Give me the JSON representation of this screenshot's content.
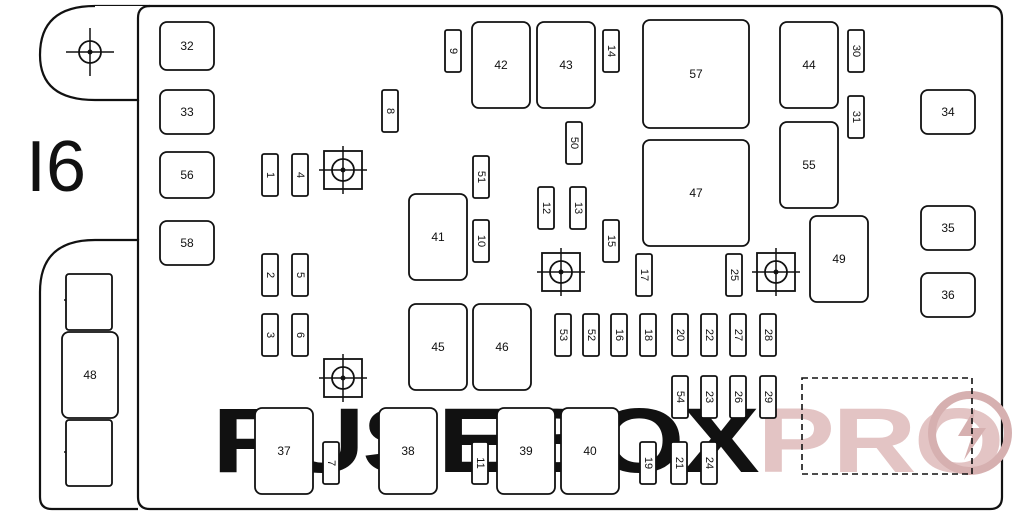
{
  "diagram": {
    "panel_code": "I6",
    "watermark": "FUSEBOXPRO",
    "colors": {
      "line": "#111111",
      "background": "#ffffff",
      "watermark_gray": "#cfcfcf",
      "watermark_pro": "#e3c4c4",
      "watermark_bolt": "#d6b0b0"
    },
    "positions": [
      {
        "label": "32",
        "kind": "large"
      },
      {
        "label": "33",
        "kind": "large"
      },
      {
        "label": "56",
        "kind": "large"
      },
      {
        "label": "58",
        "kind": "large"
      },
      {
        "label": "34",
        "kind": "large"
      },
      {
        "label": "35",
        "kind": "large"
      },
      {
        "label": "36",
        "kind": "large"
      },
      {
        "label": "42",
        "kind": "relay"
      },
      {
        "label": "43",
        "kind": "relay"
      },
      {
        "label": "57",
        "kind": "relay"
      },
      {
        "label": "44",
        "kind": "relay"
      },
      {
        "label": "55",
        "kind": "relay"
      },
      {
        "label": "47",
        "kind": "relay"
      },
      {
        "label": "49",
        "kind": "relay"
      },
      {
        "label": "41",
        "kind": "relay"
      },
      {
        "label": "45",
        "kind": "relay"
      },
      {
        "label": "46",
        "kind": "relay"
      },
      {
        "label": "37",
        "kind": "relay"
      },
      {
        "label": "38",
        "kind": "relay"
      },
      {
        "label": "39",
        "kind": "relay"
      },
      {
        "label": "40",
        "kind": "relay"
      },
      {
        "label": "48",
        "kind": "main"
      },
      {
        "label": "9",
        "kind": "mini"
      },
      {
        "label": "14",
        "kind": "mini"
      },
      {
        "label": "30",
        "kind": "mini"
      },
      {
        "label": "31",
        "kind": "mini"
      },
      {
        "label": "8",
        "kind": "mini"
      },
      {
        "label": "50",
        "kind": "mini"
      },
      {
        "label": "1",
        "kind": "mini"
      },
      {
        "label": "4",
        "kind": "mini"
      },
      {
        "label": "51",
        "kind": "mini"
      },
      {
        "label": "12",
        "kind": "mini"
      },
      {
        "label": "13",
        "kind": "mini"
      },
      {
        "label": "10",
        "kind": "mini"
      },
      {
        "label": "15",
        "kind": "mini"
      },
      {
        "label": "2",
        "kind": "mini"
      },
      {
        "label": "5",
        "kind": "mini"
      },
      {
        "label": "17",
        "kind": "mini"
      },
      {
        "label": "25",
        "kind": "mini"
      },
      {
        "label": "3",
        "kind": "mini"
      },
      {
        "label": "6",
        "kind": "mini"
      },
      {
        "label": "53",
        "kind": "mini"
      },
      {
        "label": "52",
        "kind": "mini"
      },
      {
        "label": "16",
        "kind": "mini"
      },
      {
        "label": "18",
        "kind": "mini"
      },
      {
        "label": "20",
        "kind": "mini"
      },
      {
        "label": "22",
        "kind": "mini"
      },
      {
        "label": "27",
        "kind": "mini"
      },
      {
        "label": "28",
        "kind": "mini"
      },
      {
        "label": "54",
        "kind": "mini"
      },
      {
        "label": "23",
        "kind": "mini"
      },
      {
        "label": "26",
        "kind": "mini"
      },
      {
        "label": "29",
        "kind": "mini"
      },
      {
        "label": "7",
        "kind": "mini"
      },
      {
        "label": "11",
        "kind": "mini"
      },
      {
        "label": "19",
        "kind": "mini"
      },
      {
        "label": "21",
        "kind": "mini"
      },
      {
        "label": "24",
        "kind": "mini"
      }
    ]
  }
}
